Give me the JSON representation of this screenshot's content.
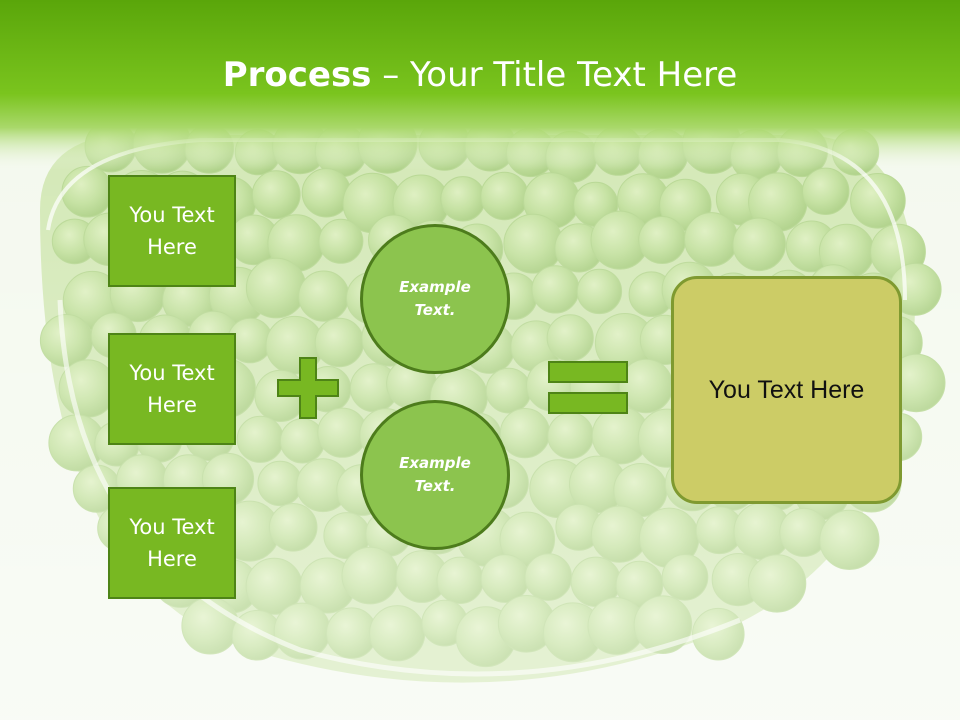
{
  "slide": {
    "title_bold": "Process",
    "title_rest": " – Your Title Text Here"
  },
  "left_boxes": [
    {
      "label": "You Text Here"
    },
    {
      "label": "You Text Here"
    },
    {
      "label": "You Text Here"
    }
  ],
  "circles": [
    {
      "label": "Example Text."
    },
    {
      "label": "Example Text."
    }
  ],
  "result": {
    "label": "You Text Here"
  },
  "colors": {
    "header_green": "#6cbb10",
    "box_green": "#78b822",
    "circle_green": "#8cc44e",
    "result_olive": "#cccc66"
  }
}
